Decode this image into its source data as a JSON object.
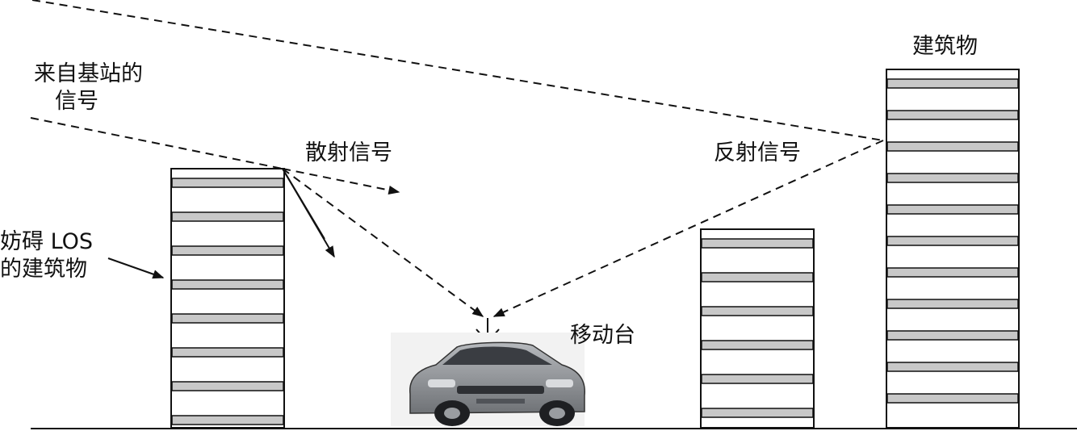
{
  "labels": {
    "base_station_line1": "来自基站的",
    "base_station_line2": "信号",
    "scattered": "散射信号",
    "reflected": "反射信号",
    "building": "建筑物",
    "blocking_line1": "妨碍 LOS",
    "blocking_line2": "的建筑物",
    "mobile": "移动台"
  },
  "icons": {
    "car": "car-icon"
  },
  "colors": {
    "ink": "#111111",
    "floor_band": "#c8c8c8",
    "car_body": "#8c8f93",
    "car_glass": "#3a3d42"
  }
}
